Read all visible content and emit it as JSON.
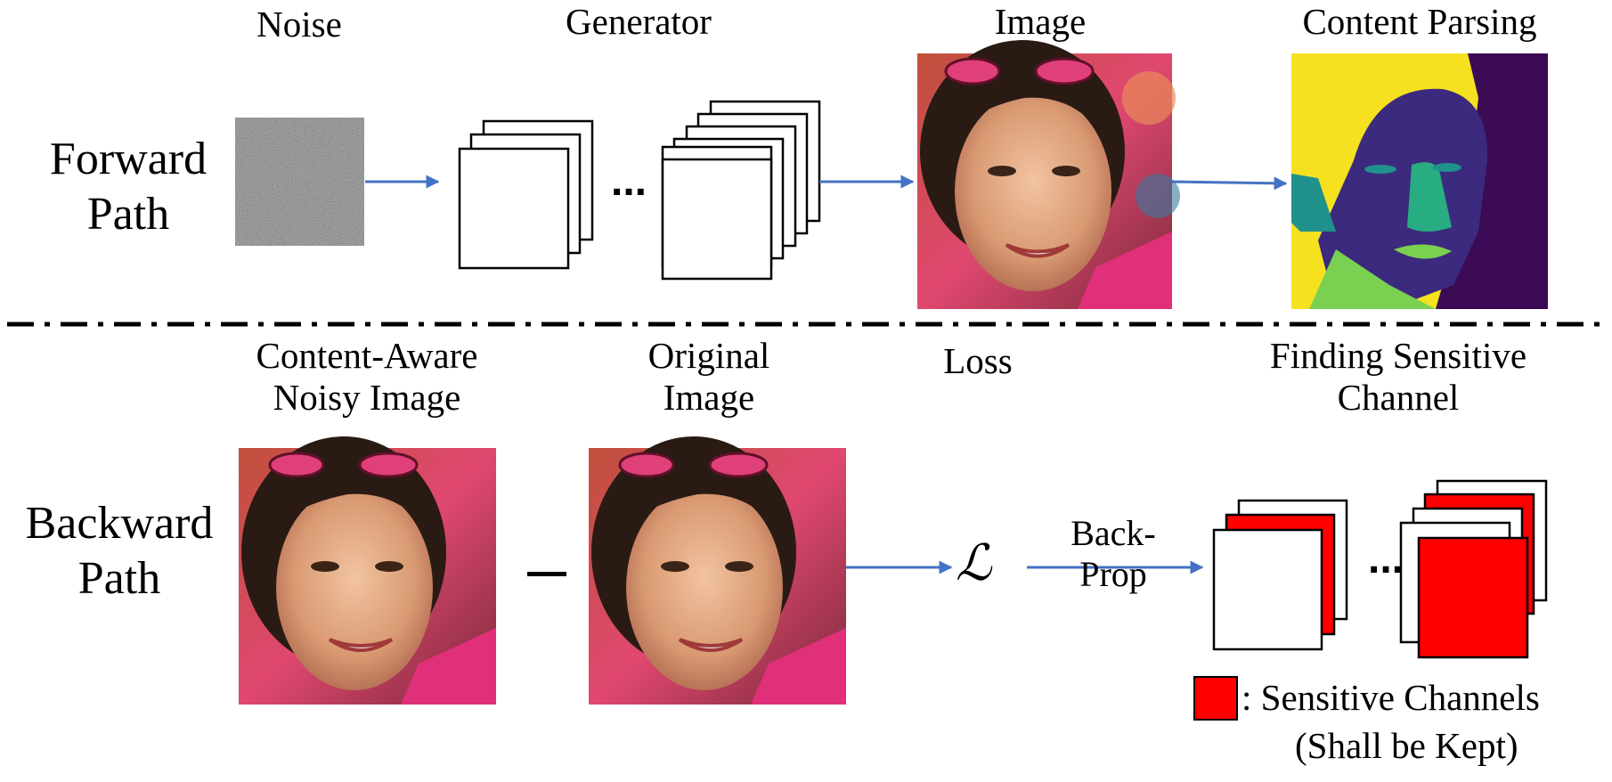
{
  "forward_path": {
    "label_line1": "Forward",
    "label_line2": "Path",
    "noise_label": "Noise",
    "generator_label": "Generator",
    "image_label": "Image",
    "content_parsing_label": "Content Parsing",
    "ellipsis": "..."
  },
  "backward_path": {
    "label_line1": "Backward",
    "label_line2": "Path",
    "noisy_image_label_line1": "Content-Aware",
    "noisy_image_label_line2": "Noisy Image",
    "original_image_label_line1": "Original",
    "original_image_label_line2": "Image",
    "loss_label": "Loss",
    "loss_symbol": "ℒ",
    "backprop_line1": "Back-",
    "backprop_line2": "Prop",
    "sensitive_label_line1": "Finding Sensitive",
    "sensitive_label_line2": "Channel",
    "ellipsis": "..."
  },
  "legend": {
    "line1": ": Sensitive Channels",
    "line2": "(Shall be Kept)"
  },
  "colors": {
    "arrow": "#4472c4",
    "sensitive": "#ff0000",
    "parsing_yellow": "#f5e11f",
    "parsing_purple": "#3c0b55",
    "parsing_indigo": "#3b2a7d",
    "parsing_teal": "#21918c",
    "parsing_green": "#27ad81",
    "parsing_lime": "#7ad151"
  }
}
